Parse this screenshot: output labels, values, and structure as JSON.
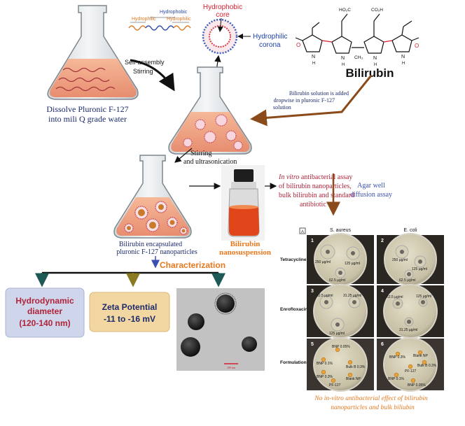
{
  "flask1": {
    "caption_line1": "Dissolve Pluronic F-127",
    "caption_line2": "into mili Q grade water"
  },
  "polymer_labels": {
    "hydrophobic": "Hydrophobic",
    "hydrophilic_left": "Hydrophilic",
    "hydrophilic_right": "Hydrophilic"
  },
  "micelle": {
    "core_line1": "Hydrophobic",
    "core_line2": "core",
    "corona_line1": "Hydrophilic",
    "corona_line2": "corona"
  },
  "step_selfassembly": {
    "line1": "Self-assembly",
    "line2": "Stirring"
  },
  "bilirubin": {
    "title": "Bilirubin",
    "group1": "HO₂C",
    "group2": "CO₂H",
    "ch3": "CH₃",
    "o": "O",
    "n": "N",
    "h": "H"
  },
  "bilirubin_addition": {
    "line1": "Bilirubin solution is added",
    "line2": "dropwise in pluronic F-127",
    "line3": "solution"
  },
  "step_ultrasonication": {
    "line1": "Stirring",
    "line2": "and ultrasonication"
  },
  "flask3": {
    "caption_line1": "Bilirubin encapsulated",
    "caption_line2": "pluronic F-127  nanoparticles"
  },
  "suspension": {
    "line1": "Bilirubin",
    "line2": "nanosuspension"
  },
  "assay": {
    "line1_italic": "In vitro",
    "line1_rest": " antibacterial assay",
    "line2": "of bilirubin nanoparticles,",
    "line3": "bulk bilirubin and standard",
    "line4": "antibiotic",
    "method_line1": "Agar well",
    "method_line2": "diffusion assay"
  },
  "characterization": {
    "title": "Characterization",
    "box1_line1": "Hydrodynamic",
    "box1_line2": "diameter",
    "box1_line3": "(120-140 nm)",
    "box2_line1": "Zeta Potential",
    "box2_line2": "-11 to -16 mV",
    "scale_bar": "100 nm"
  },
  "plates": {
    "panel_letter": "A",
    "col1": "S. aureus",
    "col2": "E. coli",
    "rows": [
      "Tetracycline",
      "Enrofloxacin",
      "Formulations"
    ],
    "plate1": {
      "num": "1",
      "labels": [
        "250 µg/ml",
        "125 µg/ml",
        "62.5 µg/ml"
      ]
    },
    "plate2": {
      "num": "2",
      "labels": [
        "250 µg/ml",
        "125 µg/ml",
        "62.5 µg/ml"
      ]
    },
    "plate3": {
      "num": "3",
      "labels": [
        "62.5 µg/ml",
        "31.25 µg/ml",
        "125 µg/ml"
      ]
    },
    "plate4": {
      "num": "4",
      "labels": [
        "62.5 µg/ml",
        "125 µg/ml",
        "31.25 µg/ml"
      ]
    },
    "plate5": {
      "num": "5",
      "labels": [
        "BNP 0.05%",
        "BNP 0.1%",
        "Bulk B 0.3%",
        "BNP 0.3%",
        "Blank NP",
        "PF-127"
      ]
    },
    "plate6": {
      "num": "6",
      "labels": [
        "BNP 0.3%",
        "Blank NP",
        "Bulk B 0.3%",
        "PF-127",
        "BNP 0.1%",
        "BNP 0.05%"
      ]
    },
    "conclusion_line1": "No in-vitro antibacterial effect of bilirubin",
    "conclusion_line2": "nanoparticles and bulk biliubin"
  },
  "colors": {
    "navy": "#1c2a6b",
    "brown_arrow": "#8a4a1a",
    "orange": "#e8781e",
    "liquid": "#f0a17c",
    "crimson": "#b0243a",
    "olive": "#8a7a20",
    "teal": "#1d5a55"
  }
}
